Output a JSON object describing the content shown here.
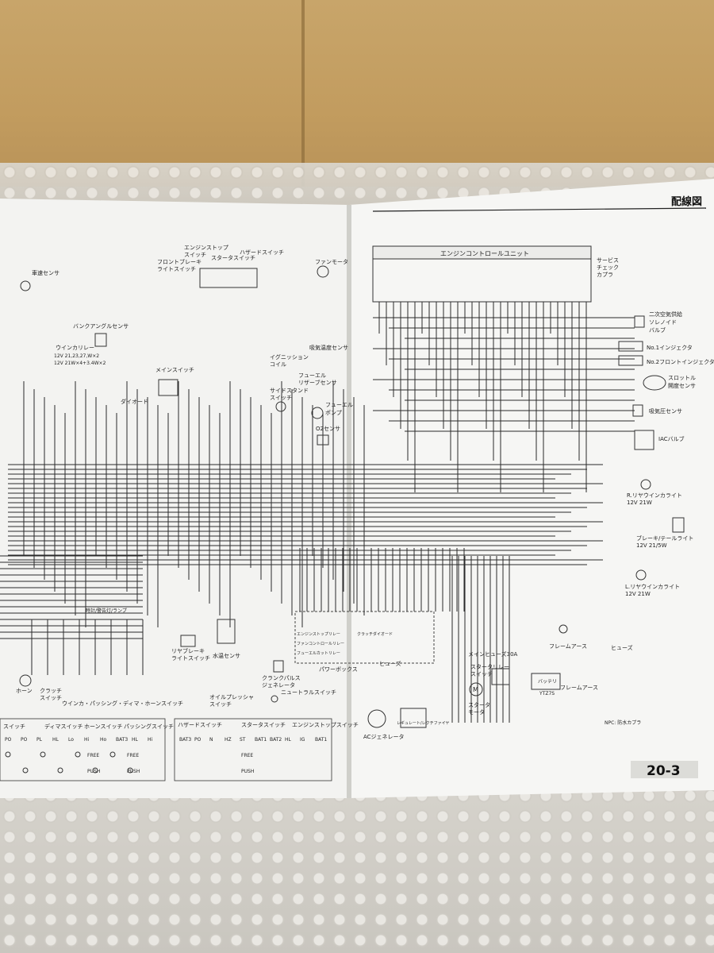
{
  "header": {
    "title": "配線図",
    "page_number": "20-3"
  },
  "ecu": {
    "label": "エンジンコントロールユニット"
  },
  "components": {
    "service_check": [
      "サービス",
      "チェック",
      "カプラ"
    ],
    "air_valve": [
      "二次空気供給",
      "ソレノイド",
      "バルブ"
    ],
    "injector1": "No.1インジェクタ",
    "injector2": "No.2フロントインジェクタ",
    "throttle": [
      "スロットル",
      "開度センサ"
    ],
    "map_sensor": "吸気圧センサ",
    "iac": "IACバルブ",
    "rear_r": [
      "R.リヤウインカライト",
      "12V 21W"
    ],
    "brake_tail": [
      "ブレーキ/テールライト",
      "12V 21/5W"
    ],
    "rear_l": [
      "L.リヤウインカライト",
      "12V 21W"
    ],
    "frame_ground_1": "フレームアース",
    "frame_ground_2": "フレームアース",
    "fan_motor": "ファンモータ",
    "intake_temp": "吸気温度センサ",
    "fuel_reserve": [
      "フューエル",
      "リザーブセンサ"
    ],
    "fuel_pump": [
      "フューエル",
      "ポンプ"
    ],
    "o2_sensor": "O2センサ",
    "ignition_coil": [
      "イグニッション",
      "コイル"
    ],
    "side_stand": [
      "サイドスタンド",
      "スイッチ"
    ],
    "front_brake": [
      "フロントブレーキ",
      "ライトスイッチ"
    ],
    "engine_stop": [
      "エンジンストップ",
      "スイッチ"
    ],
    "starter_sw": "スタータスイッチ",
    "hazard_sw": "ハザードスイッチ",
    "bank_angle": "バンクアングルセンサ",
    "winker_relay": [
      "ウインカリレー",
      "12V 21,23,27,W×2",
      "12V 21W×4+3.4W×2"
    ],
    "main_switch": "メインスイッチ",
    "diode": "ダイオード",
    "speed_sensor": "車速センサ",
    "rear_brake": [
      "リヤブレーキ",
      "ライトスイッチ"
    ],
    "water_temp": "水温センサ",
    "oil_pressure": [
      "オイルプレッシャ",
      "スイッチ"
    ],
    "crank_pulse": [
      "クランクパルス",
      "ジェネレータ"
    ],
    "neutral_sw": "ニュートラルスイッチ",
    "power_box": "パワーボックス",
    "fuse_box": "ヒューズ",
    "relays": [
      "エンジンストップリレー",
      "ファンコントロールリレー",
      "フューエルカットリレー",
      "クラッチダイオード"
    ],
    "regulator": "レギュレート/レクチファイヤ",
    "ac_generator": "ACジェネレータ",
    "main_fuse": "メインヒューズ30A",
    "starter_relay": [
      "スタータリレー",
      "スイッチ"
    ],
    "battery": [
      "バッテリ",
      "YTZ7S"
    ],
    "starter_motor": [
      "スタータ",
      "モータ"
    ],
    "horn": "ホーン",
    "clutch_sw": [
      "クラッチ",
      "スイッチ"
    ],
    "handle_sw": "ウインカ・パッシング・ディマ・ホーンスイッチ",
    "npc_note": "NPC: 防水カプラ",
    "fuse_table_title": "ヒューズ",
    "instruments_note": "時計/警告灯/ランプ"
  },
  "switch_tables": {
    "left": [
      "スイッチ",
      "ディマスイッチ",
      "ホーンスイッチ",
      "パッシングスイッチ"
    ],
    "left_cols": [
      "PO",
      "PO",
      "PL",
      "HL",
      "Lo",
      "Hi",
      "Ho",
      "BAT3",
      "HL",
      "Hi"
    ],
    "left_states": [
      "FREE",
      "PUSH",
      "FREE",
      "PUSH"
    ],
    "right": [
      "ハザードスイッチ",
      "スタータスイッチ",
      "エンジンストップスイッチ"
    ],
    "right_cols": [
      "BAT3",
      "PO",
      "N",
      "HZ",
      "ST",
      "BAT1",
      "BAT2",
      "HL",
      "IG",
      "BAT1"
    ],
    "right_states": [
      "FREE",
      "PUSH"
    ]
  },
  "colors": {
    "paper": "#f4f4f2",
    "ink": "#2a2a2a",
    "bubble": "#d4d1ca",
    "wood": "#c29c5f"
  }
}
